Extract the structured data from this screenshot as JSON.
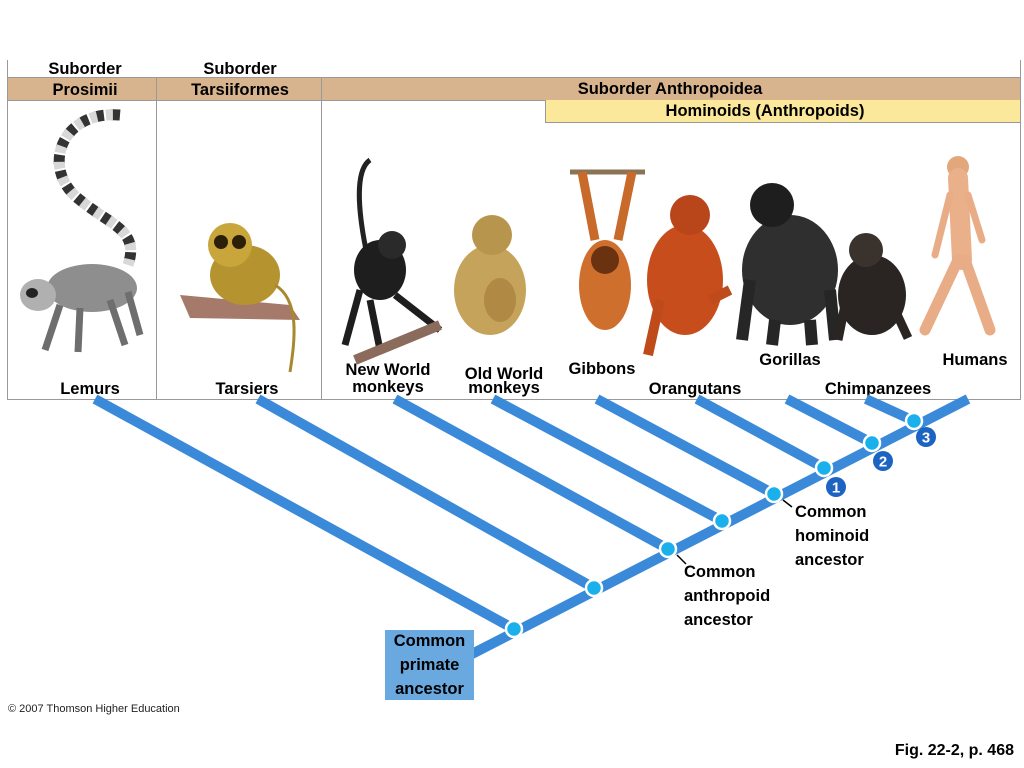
{
  "suborders": [
    {
      "line1": "Suborder",
      "line2": "Prosimii"
    },
    {
      "line1": "Suborder",
      "line2": "Tarsiiformes"
    },
    {
      "label": "Suborder Anthropoidea"
    }
  ],
  "hominoid_band": "Hominoids (Anthropoids)",
  "taxa": {
    "lemurs": "Lemurs",
    "tarsiers": "Tarsiers",
    "new_world_1": "New World",
    "new_world_2": "monkeys",
    "old_world_1": "Old World",
    "old_world_2": "monkeys",
    "gibbons": "Gibbons",
    "orangutans": "Orangutans",
    "gorillas": "Gorillas",
    "chimpanzees": "Chimpanzees",
    "humans": "Humans"
  },
  "ancestors": {
    "primate": [
      "Common",
      "primate",
      "ancestor"
    ],
    "anthropoid": [
      "Common",
      "anthropoid",
      "ancestor"
    ],
    "hominoid": [
      "Common",
      "hominoid",
      "ancestor"
    ]
  },
  "markers": [
    "1",
    "2",
    "3"
  ],
  "copyright": "© 2007 Thomson Higher Education",
  "figure_ref": "Fig. 22-2, p. 468",
  "colors": {
    "header_tan": "#d8b48e",
    "header_yellow": "#fce89a",
    "tree_blue": "#3b8ad9",
    "node_cyan": "#1ab0ec",
    "primate_box": "#6aa8e0"
  }
}
